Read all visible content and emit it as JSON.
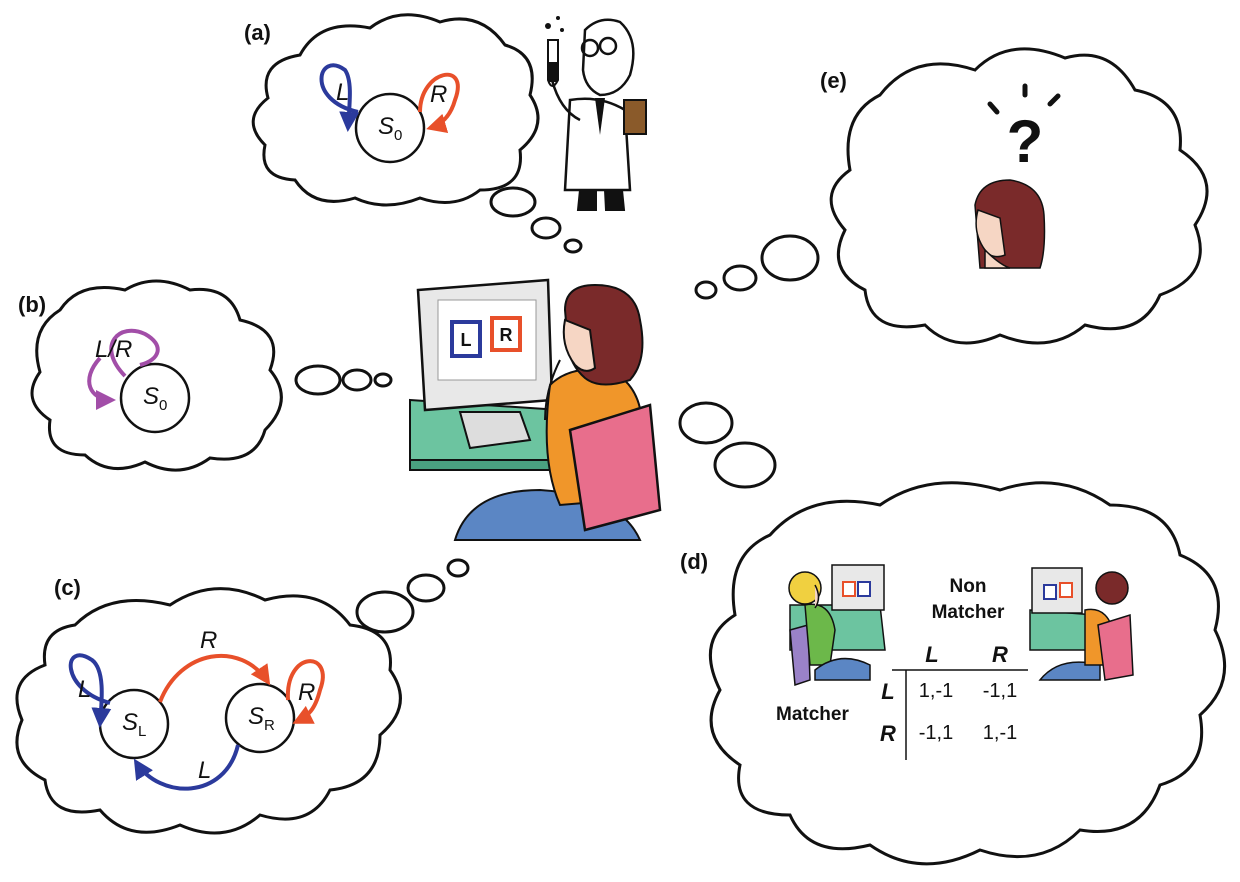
{
  "panels": {
    "a": {
      "tag": "(a)",
      "state": "S",
      "state_sub": "0",
      "loop_left": "L",
      "loop_right": "R"
    },
    "b": {
      "tag": "(b)",
      "state": "S",
      "state_sub": "0",
      "loop": "L/R"
    },
    "c": {
      "tag": "(c)",
      "state_left": "S",
      "state_left_sub": "L",
      "state_right": "S",
      "state_right_sub": "R",
      "loop_left": "L",
      "loop_right": "R",
      "edge_top": "R",
      "edge_bottom": "L"
    },
    "d": {
      "tag": "(d)",
      "nonmatcher_line1": "Non",
      "nonmatcher_line2": "Matcher",
      "matcher": "Matcher",
      "col_headers": [
        "L",
        "R"
      ],
      "row_headers": [
        "L",
        "R"
      ],
      "cells": [
        [
          "1,-1",
          "-1,1"
        ],
        [
          "-1,1",
          "1,-1"
        ]
      ]
    },
    "e": {
      "tag": "(e)",
      "symbol": "?"
    }
  },
  "screen": {
    "left_box": "L",
    "right_box": "R"
  },
  "colors": {
    "blue": "#2b3a9c",
    "red": "#e8502a",
    "purple": "#a24ea8",
    "hair": "#7a2a2a",
    "shirt": "#f0962a",
    "chair": "#e86e8c",
    "desk": "#6cc4a0",
    "skin": "#f6d6c4",
    "jeans": "#5b86c4",
    "blonde": "#f0d040",
    "green_shirt": "#6cb84a",
    "lilac_chair": "#9a82c8"
  }
}
